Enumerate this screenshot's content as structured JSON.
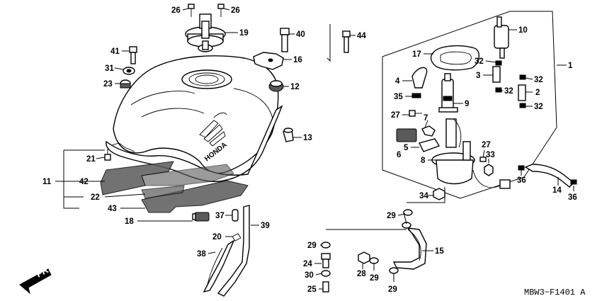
{
  "figure_code": "MBW3−F1401 A",
  "front_arrow_label": "FR.",
  "tank_brand": "HONDA",
  "part_numbers": {
    "p1": "1",
    "p2": "2",
    "p3": "3",
    "p4": "4",
    "p5": "5",
    "p6": "6",
    "p7": "7",
    "p8": "8",
    "p9": "9",
    "p10": "10",
    "p11": "11",
    "p12": "12",
    "p13": "13",
    "p14": "14",
    "p15": "15",
    "p16": "16",
    "p17": "17",
    "p18": "18",
    "p19": "19",
    "p20": "20",
    "p21": "21",
    "p22": "22",
    "p23": "23",
    "p24": "24",
    "p25": "25",
    "p26": "26",
    "p27": "27",
    "p28": "28",
    "p29": "29",
    "p30": "30",
    "p31": "31",
    "p32": "32",
    "p33": "33",
    "p34": "34",
    "p35": "35",
    "p36": "36",
    "p37": "37",
    "p38": "38",
    "p39": "39",
    "p40": "40",
    "p41": "41",
    "p42": "42",
    "p43": "43",
    "p44": "44"
  }
}
